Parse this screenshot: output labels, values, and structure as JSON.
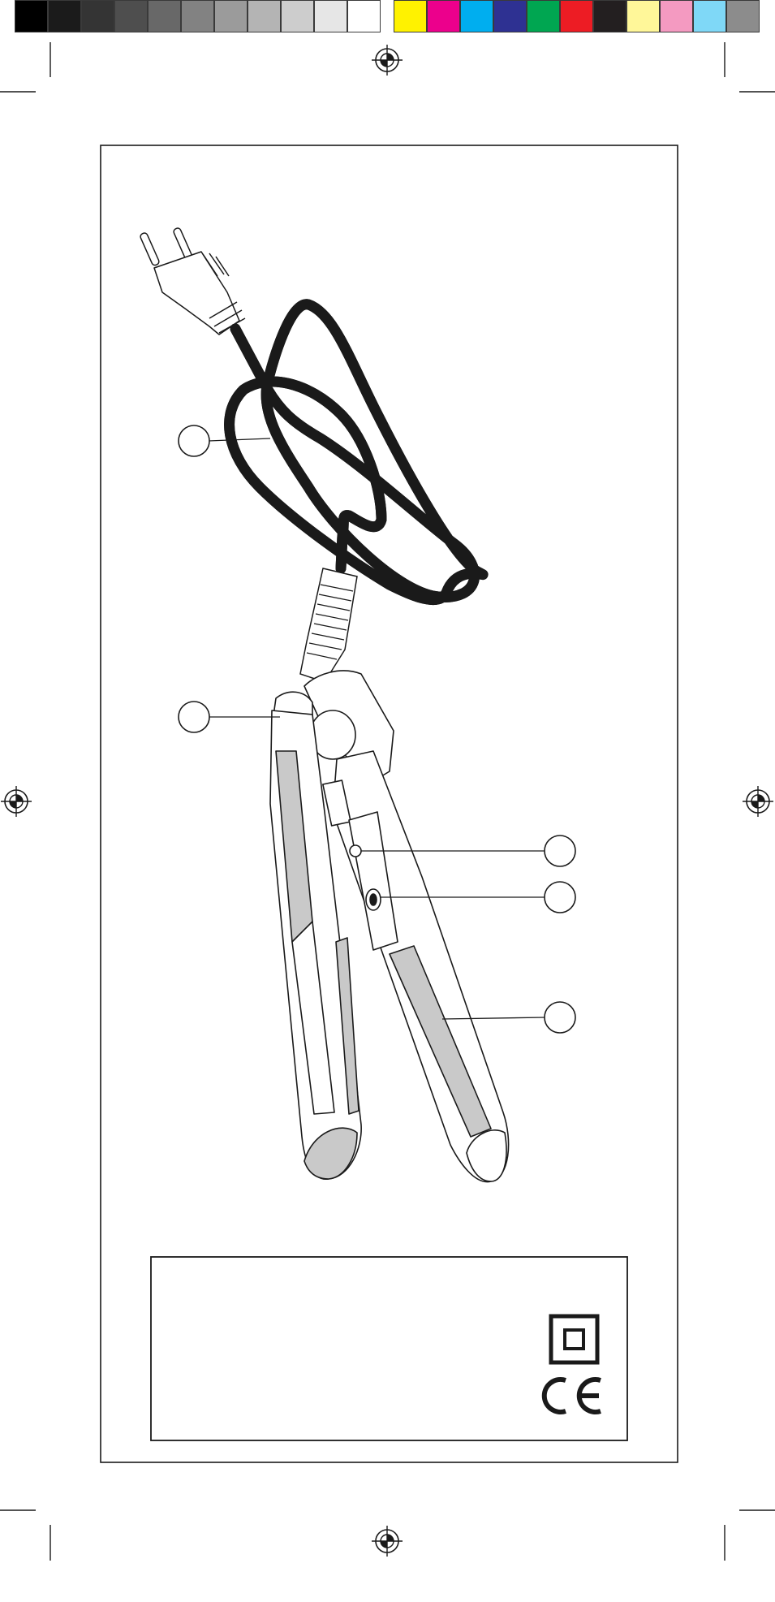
{
  "color_bar": {
    "grayscale": [
      "#000000",
      "#1b1b1b",
      "#343434",
      "#4e4e4e",
      "#686868",
      "#828282",
      "#9b9b9b",
      "#b4b4b4",
      "#cdcdcd",
      "#e6e6e6",
      "#ffffff"
    ],
    "process": [
      "#fff200",
      "#ec008c",
      "#00aeef",
      "#2e3192",
      "#00a651",
      "#ed1c24",
      "#231f20",
      "#fff799",
      "#f49ac1",
      "#7fd8f7",
      "#8c8c8c"
    ]
  },
  "callouts": [
    {
      "number": "",
      "part": "power-cord"
    },
    {
      "number": "",
      "part": "swivel-cord-joint"
    },
    {
      "number": "",
      "part": "ready-light"
    },
    {
      "number": "",
      "part": "on-off-switch"
    },
    {
      "number": "",
      "part": "ceramic-plate"
    }
  ],
  "symbols": {
    "class_ii": "double-square-icon",
    "ce_mark": "ce-mark-icon"
  },
  "colors": {
    "ink": "#1a1a1a",
    "plate_fill": "#c9c9c9"
  }
}
